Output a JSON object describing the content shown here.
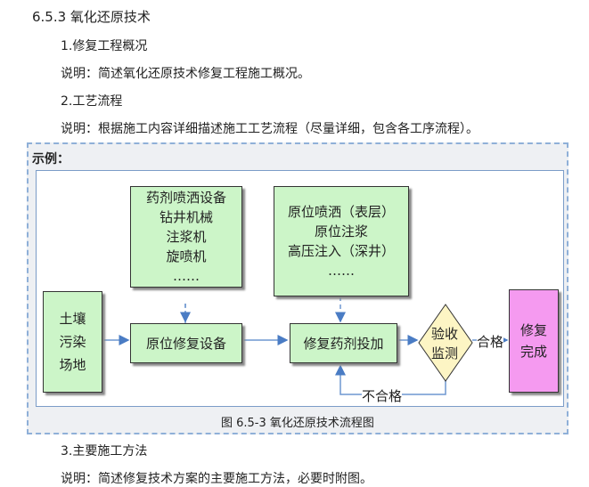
{
  "heading": "6.5.3 氧化还原技术",
  "s1": "1.修复工程概况",
  "d1": "说明：简述氧化还原技术修复工程施工概况。",
  "s2": "2.工艺流程",
  "d2": "说明：根据施工内容详细描述施工工艺流程（尽量详细，包含各工序流程）。",
  "example_label": "示例：",
  "diagram": {
    "equipment": [
      "药剂喷洒设备",
      "钻井机械",
      "注浆机",
      "旋喷机",
      "……"
    ],
    "methods": [
      "原位喷洒（表层）",
      "原位注浆",
      "高压注入（深井）",
      "……"
    ],
    "site": [
      "土壤",
      "污染",
      "场地"
    ],
    "equip_box": "原位修复设备",
    "dose_box": "修复药剂投加",
    "check": [
      "验收",
      "监测"
    ],
    "done": [
      "修复",
      "完成"
    ],
    "pass": "合格",
    "fail": "不合格"
  },
  "caption": "图 6.5-3 氧化还原技术流程图",
  "s3": "3.主要施工方法",
  "d3": "说明：简述修复技术方案的主要施工方法，必要时附图。"
}
